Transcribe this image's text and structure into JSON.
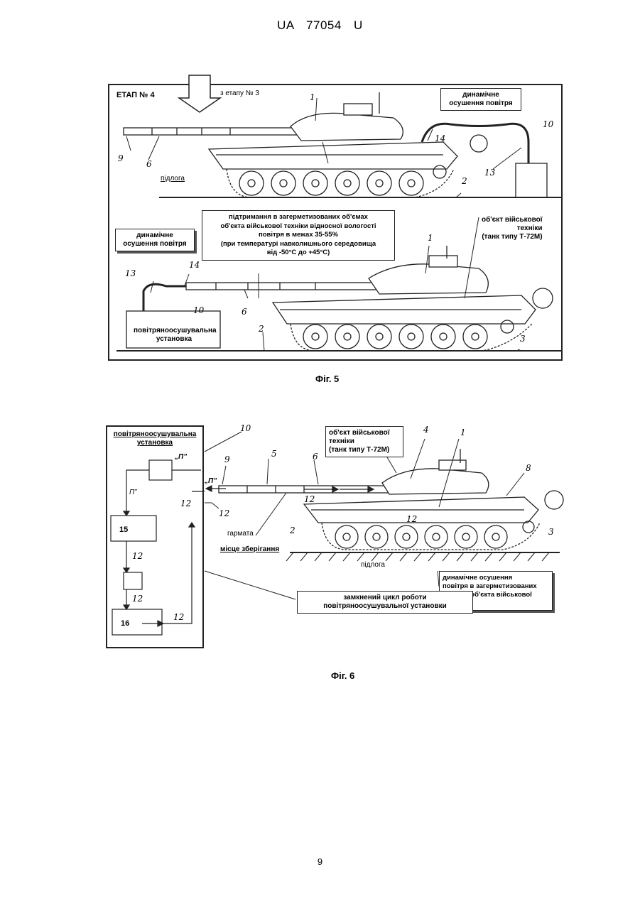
{
  "header": {
    "text": "UA   77054   U"
  },
  "fig5": {
    "caption": "Фіг. 5",
    "stage": "ЕТАП № 4",
    "from_stage": "з етапу № 3",
    "dynamic_drying": "динамічне\nосушення повітря",
    "floor": "підлога",
    "maintenance": "підтримання в загерметизованих об'ємах\nоб'єкта військової техніки відносної вологості\nповітря в межах 35-55%\n(при температурі навколишнього середовища\nвід -50°С до +45°С)",
    "object": "об'єкт військової\nтехніки\n(танк типу Т-72М)",
    "dynamic_drying_2": "динамічне\nосушення повітря",
    "dryer": "повітряноосушувальна\nустановка",
    "numbers_top": [
      "1",
      "14",
      "10",
      "9",
      "6",
      "13",
      "2"
    ],
    "numbers_bottom": [
      "1",
      "13",
      "14",
      "10",
      "6",
      "2",
      "3"
    ]
  },
  "fig6": {
    "caption": "Фіг. 6",
    "dryer_title": "повітряноосушувальна\nустановка",
    "object": "об'єкт військової\nтехніки\n(танк типу Т-72М)",
    "gun": "гармата",
    "storage": "місце зберігання",
    "floor": "підлога",
    "dynamic_drying": "динамічне осушення\nповітря в загерметизованих\nоб'ємах об'єкта військової\nтехніки",
    "closed_cycle": "замкнений цикл роботи\nповітряноосушувальної установки",
    "label_p1": "„П”",
    "label_p2": "П”",
    "label_p3": "„П”",
    "box_15": "15",
    "box_16": "16",
    "numbers": [
      "10",
      "9",
      "5",
      "6",
      "4",
      "1",
      "8",
      "12",
      "12",
      "12",
      "12",
      "12",
      "12",
      "12",
      "2",
      "3"
    ]
  },
  "page_number": "9"
}
